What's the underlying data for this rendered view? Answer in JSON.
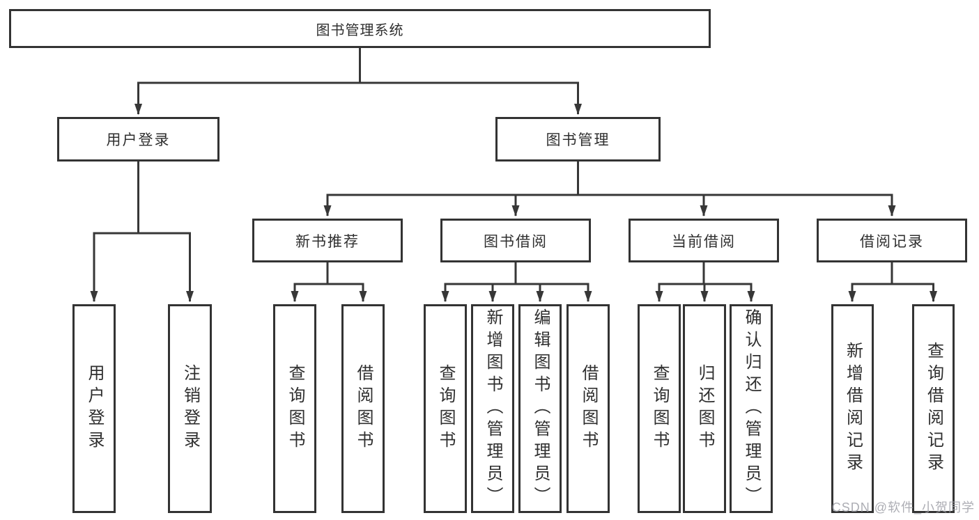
{
  "colors": {
    "line": "#373737",
    "box_border": "#333333",
    "box_fill": "#ffffff",
    "text": "#2f2f2f",
    "background": "#ffffff",
    "watermark": "#9fa0a8"
  },
  "watermark": {
    "text": "CSDN @软件_小贺同学"
  },
  "tree": {
    "root": {
      "label": "图书管理系统",
      "children": [
        {
          "label": "用户登录",
          "children": [
            {
              "label": "用户登录"
            },
            {
              "label": "注销登录"
            }
          ]
        },
        {
          "label": "图书管理",
          "children": [
            {
              "label": "新书推荐",
              "children": [
                {
                  "label": "查询图书"
                },
                {
                  "label": "借阅图书"
                }
              ]
            },
            {
              "label": "图书借阅",
              "children": [
                {
                  "label": "查询图书"
                },
                {
                  "label": "新增图书（管理员）"
                },
                {
                  "label": "编辑图书（管理员）"
                },
                {
                  "label": "借阅图书"
                }
              ]
            },
            {
              "label": "当前借阅",
              "children": [
                {
                  "label": "查询图书"
                },
                {
                  "label": "归还图书"
                },
                {
                  "label": "确认归还（管理员）"
                }
              ]
            },
            {
              "label": "借阅记录",
              "children": [
                {
                  "label": "新增借阅记录"
                },
                {
                  "label": "查询借阅记录"
                }
              ]
            }
          ]
        }
      ]
    }
  }
}
